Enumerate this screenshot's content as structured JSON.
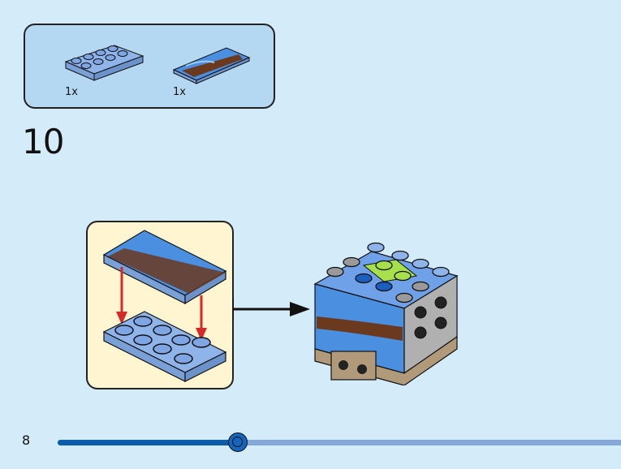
{
  "parts_list": {
    "items": [
      {
        "name": "plate-2x4-medium-blue",
        "quantity": "1x"
      },
      {
        "name": "tile-2x4-water-print",
        "quantity": "1x"
      }
    ]
  },
  "step": {
    "number": "10"
  },
  "footer": {
    "page_number": "8",
    "progress": 0.32
  },
  "colors": {
    "background": "#d4ebfa",
    "parts_box": "#b5d8f2",
    "callout": "#fff5d0",
    "progress_fill": "#0a5cab",
    "progress_track": "#85a8d8",
    "arrow_red": "#d42a2a"
  }
}
